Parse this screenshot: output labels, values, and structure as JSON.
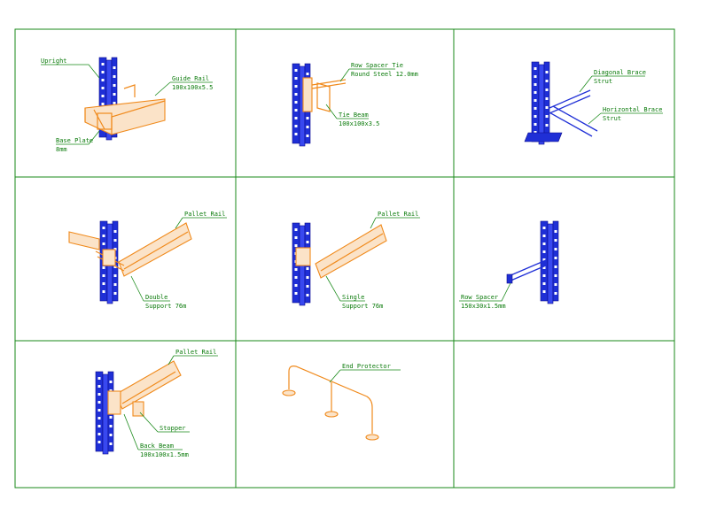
{
  "components": [
    {
      "id": "upright-guide-rail",
      "labels": [
        "Upright",
        "Guide Rail",
        "100x100x5.5",
        "Base Plate",
        "8mm"
      ]
    },
    {
      "id": "row-spacer-tie",
      "labels": [
        "Row Spacer Tie",
        "Round Steel 12.0mm",
        "Tie Beam",
        "100x100x3.5"
      ]
    },
    {
      "id": "bracing",
      "labels": [
        "Diagonal Brace",
        "Strut",
        "Horizontal Brace",
        "Strut"
      ]
    },
    {
      "id": "double-support",
      "labels": [
        "Pallet Rail",
        "Double",
        "Support 76m"
      ]
    },
    {
      "id": "single-support",
      "labels": [
        "Pallet Rail",
        "Single",
        "Support 76m"
      ]
    },
    {
      "id": "row-spacer",
      "labels": [
        "Row Spacer",
        "150x30x1.5mm"
      ]
    },
    {
      "id": "pallet-stopper",
      "labels": [
        "Pallet Rail",
        "Stopper",
        "Back Beam",
        "100x100x1.5mm"
      ]
    },
    {
      "id": "end-protector",
      "labels": [
        "End Protector"
      ]
    }
  ],
  "colors": {
    "grid": "#1a8a1a",
    "upright": "#1f2fd6",
    "beam": "#f08a1c",
    "label": "#0a7a0a"
  }
}
